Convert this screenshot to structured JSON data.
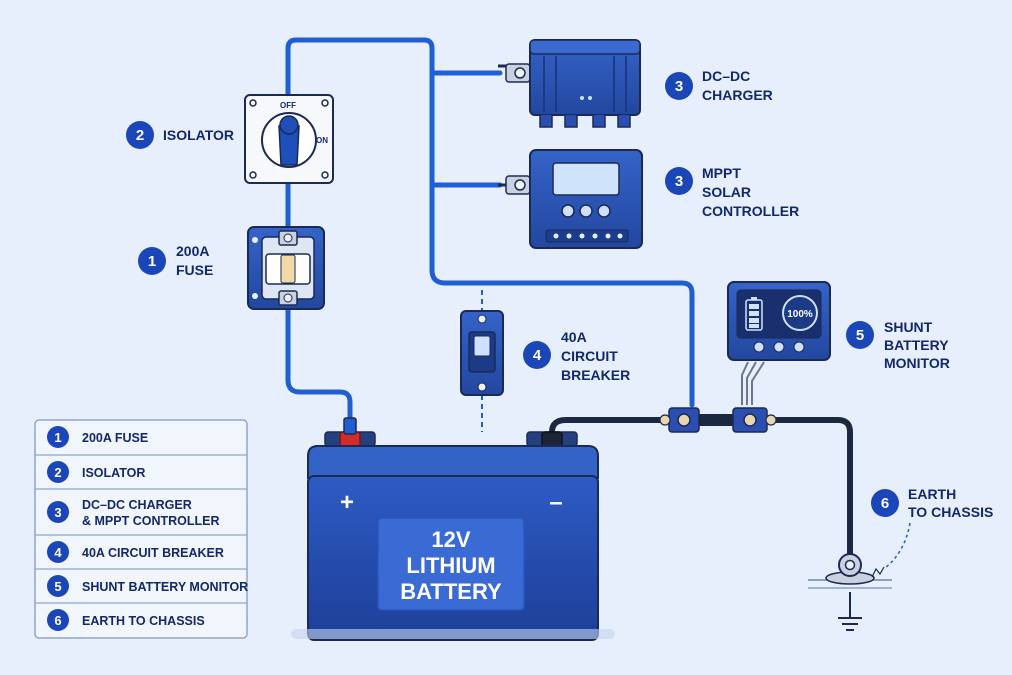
{
  "labels": {
    "fuse": {
      "num": "1",
      "lines": [
        "200A",
        "FUSE"
      ]
    },
    "isolator": {
      "num": "2",
      "lines": [
        "ISOLATOR"
      ]
    },
    "dcdc": {
      "num": "3",
      "lines": [
        "DC–DC",
        "CHARGER"
      ]
    },
    "mppt": {
      "num": "3",
      "lines": [
        "MPPT",
        "SOLAR",
        "CONTROLLER"
      ]
    },
    "breaker": {
      "num": "4",
      "lines": [
        "40A",
        "CIRCUIT",
        "BREAKER"
      ]
    },
    "shunt": {
      "num": "5",
      "lines": [
        "SHUNT",
        "BATTERY",
        "MONITOR"
      ]
    },
    "earth": {
      "num": "6",
      "lines": [
        "EARTH",
        "TO CHASSIS"
      ]
    }
  },
  "isolator_switch": {
    "off": "OFF",
    "on": "ON"
  },
  "monitor_display": "100%",
  "battery": {
    "lines": [
      "12V",
      "LITHIUM",
      "BATTERY"
    ],
    "plus": "+",
    "minus": "–"
  },
  "legend": [
    {
      "num": "1",
      "text": "200A FUSE"
    },
    {
      "num": "2",
      "text": "ISOLATOR"
    },
    {
      "num": "3",
      "text": [
        "DC–DC CHARGER",
        "& MPPT CONTROLLER"
      ]
    },
    {
      "num": "4",
      "text": "40A CIRCUIT BREAKER"
    },
    {
      "num": "5",
      "text": "SHUNT BATTERY MONITOR"
    },
    {
      "num": "6",
      "text": "EARTH TO CHASSIS"
    }
  ],
  "colors": {
    "wire_pos": "#1f5fd1",
    "wire_neg": "#1c2740",
    "device": "#2a4fb0",
    "accent": "#1b46b8",
    "text": "#12286b"
  }
}
